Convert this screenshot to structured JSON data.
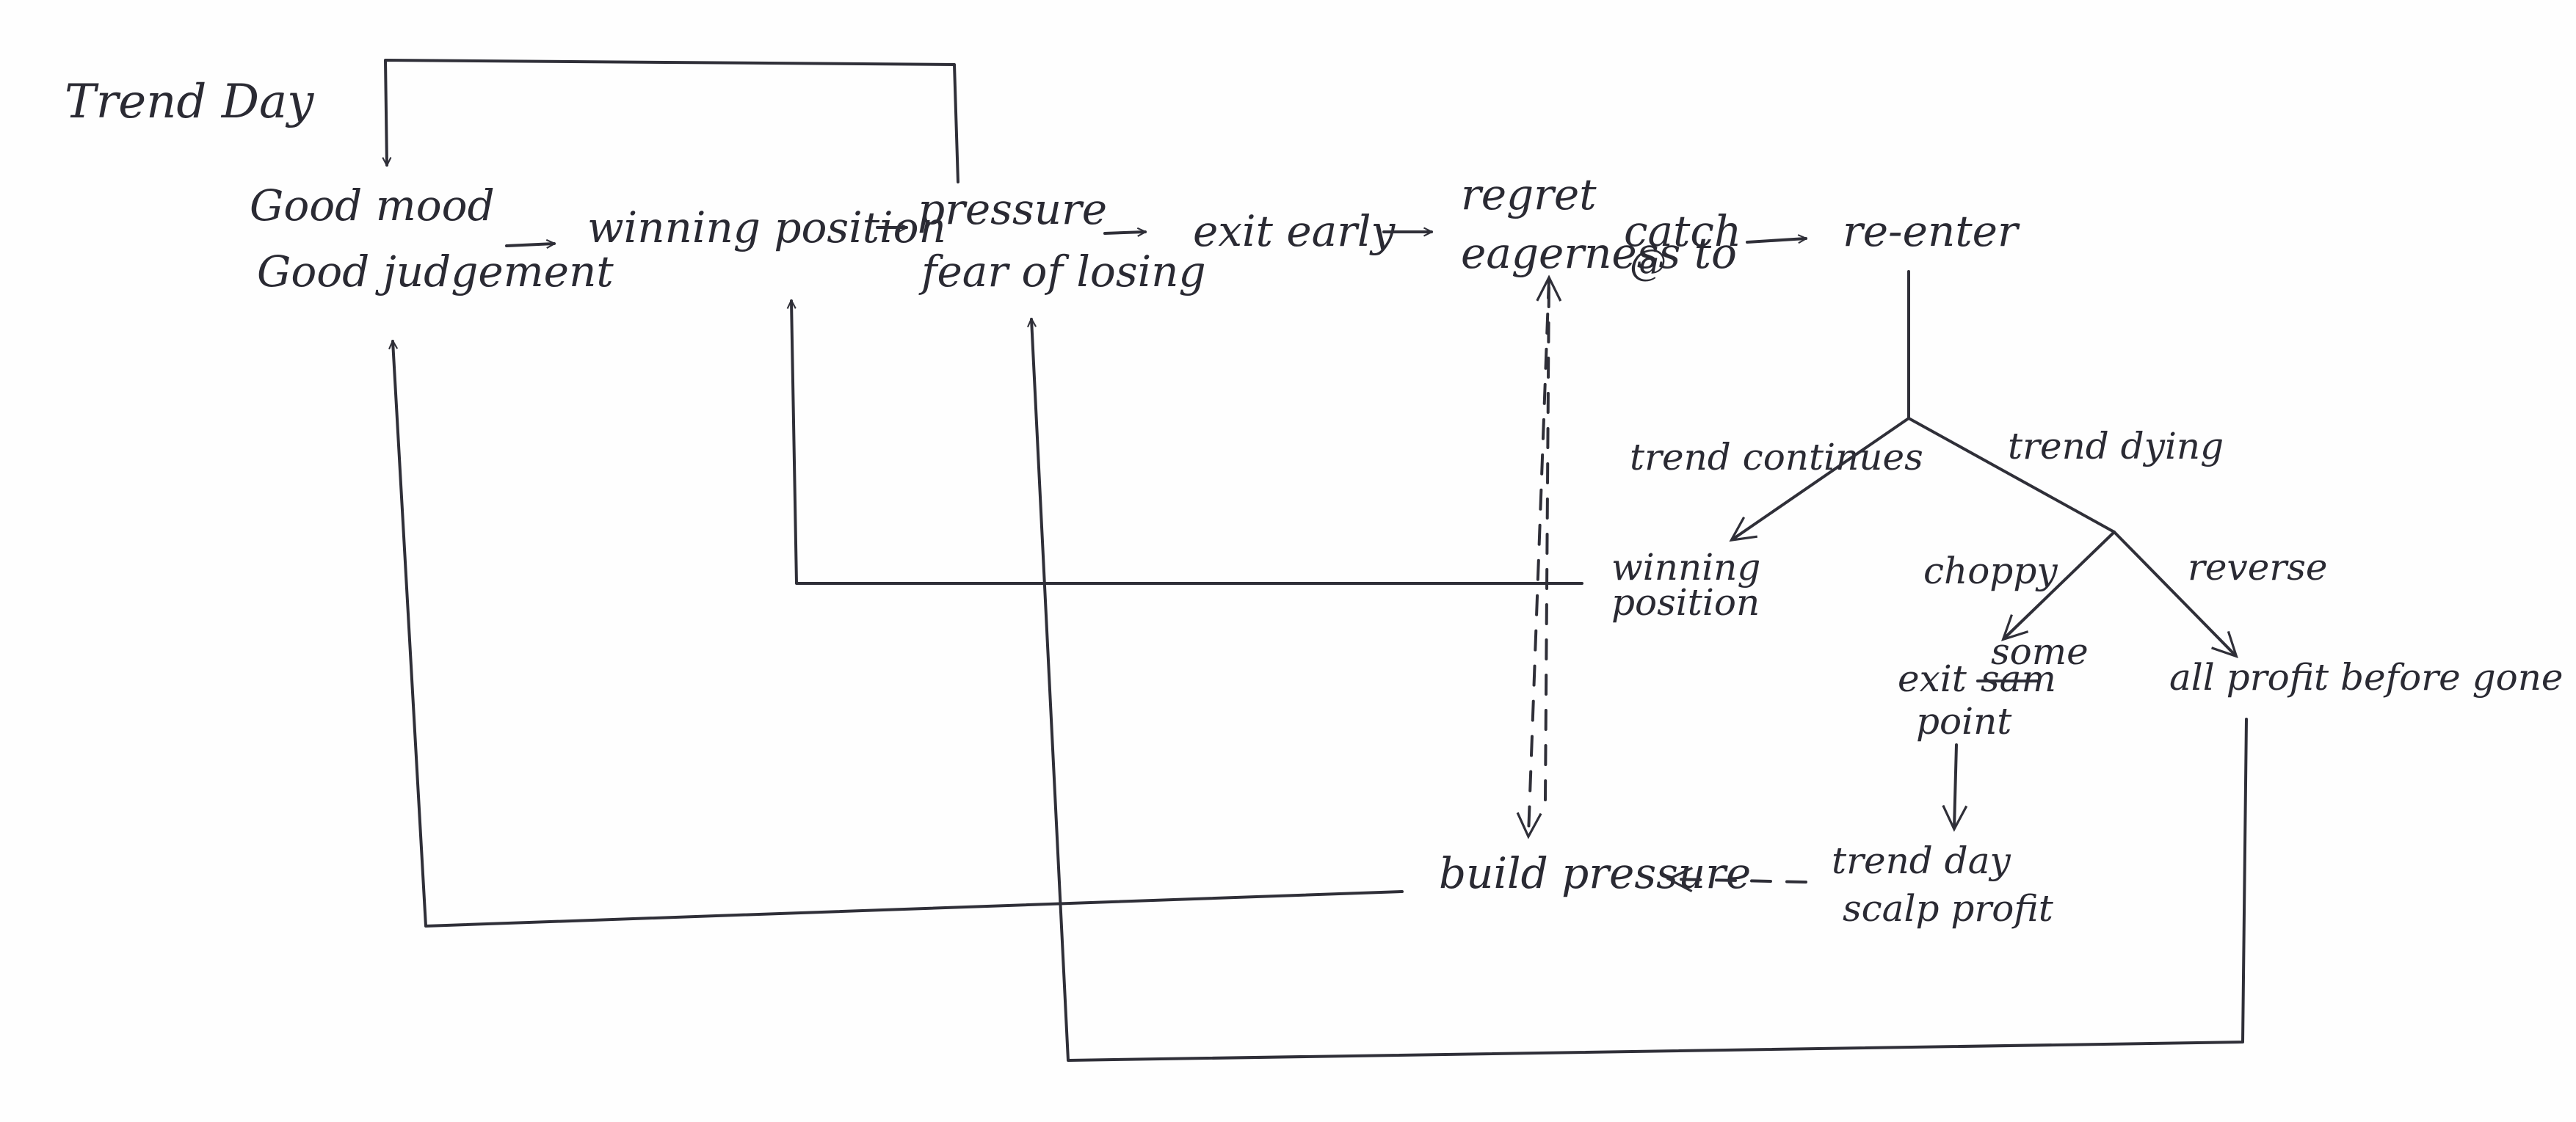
{
  "diagram": {
    "title": "Trend Day",
    "nodes": {
      "good_mood": "Good mood",
      "good_judgement": "Good judgement",
      "winning_position": "winning position",
      "pressure": "pressure",
      "fear_of_losing": "fear of losing",
      "exit_early": "exit early",
      "regret": "regret",
      "eagerness": "eagerness to",
      "catch": "catch",
      "re_enter": "re-enter",
      "winning_position_2a": "winning",
      "winning_position_2b": "position",
      "exit_some": "exit",
      "exit_some_word": "some",
      "exit_some_crossed": "sam",
      "point": "point",
      "all_profit": "all profit before gone",
      "build_pressure": "build pressure",
      "trend_day": "trend day",
      "scalp_profit": "scalp profit"
    },
    "edge_labels": {
      "trend_continues": "trend continues",
      "trend_dying": "trend dying",
      "choppy": "choppy",
      "reverse": "reverse"
    }
  }
}
